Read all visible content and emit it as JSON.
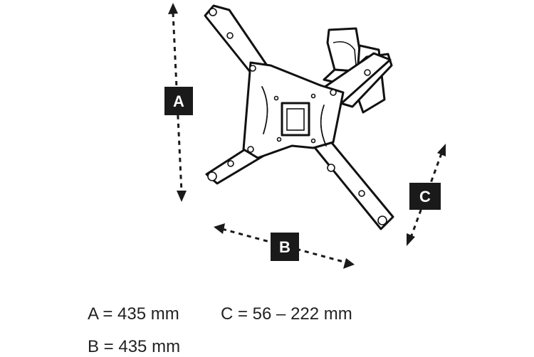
{
  "labels": {
    "a": "A",
    "b": "B",
    "c": "C"
  },
  "legend": {
    "a": "A = 435 mm",
    "b": "B = 435 mm",
    "c": "C = 56 – 222 mm"
  },
  "colors": {
    "ink": "#1a1a1a",
    "background": "#ffffff"
  }
}
